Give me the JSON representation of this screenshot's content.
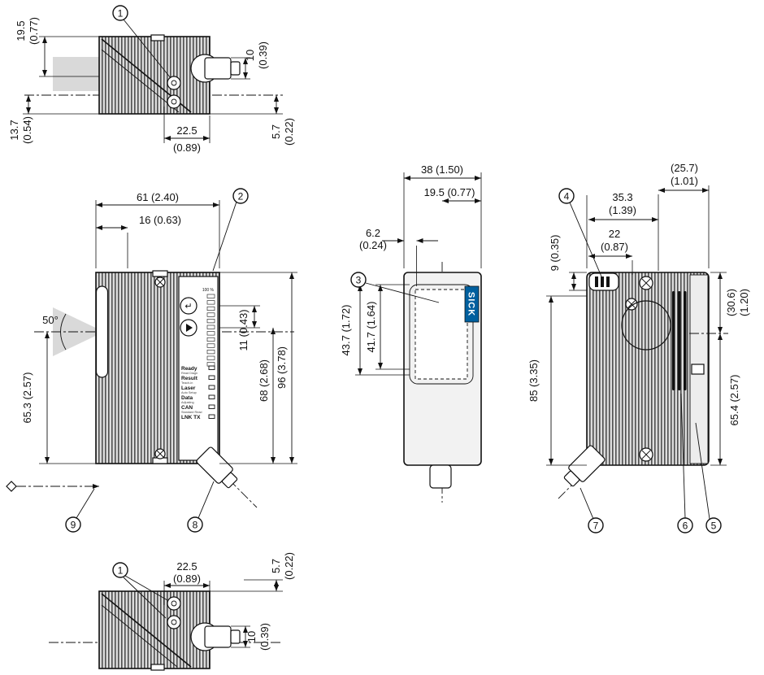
{
  "colors": {
    "beam": "#d9d9d9",
    "body_fill": "#dcdcdc",
    "logo_bg": "#005f9e"
  },
  "callouts": {
    "c1": "1",
    "c2": "2",
    "c3": "3",
    "c4": "4",
    "c5": "5",
    "c6": "6",
    "c7": "7",
    "c8": "8",
    "c9": "9"
  },
  "top_view": {
    "dim_19_5_mm": "19.5",
    "dim_19_5_in": "(0.77)",
    "dim_10_mm": "10",
    "dim_10_in": "(0.39)",
    "dim_13_7_mm": "13.7",
    "dim_13_7_in": "(0.54)",
    "dim_22_5_mm": "22.5",
    "dim_22_5_in": "(0.89)",
    "dim_5_7_mm": "5.7",
    "dim_5_7_in": "(0.22)"
  },
  "front_view": {
    "dim_61": "61 (2.40)",
    "dim_16": "16 (0.63)",
    "angle": "50°",
    "dim_65_3": "65.3 (2.57)",
    "dim_11": "11 (0.43)",
    "dim_68": "68 (2.68)",
    "dim_96": "96 (3.78)",
    "panel": {
      "scale_label": "100 %",
      "leds": [
        {
          "label": "Ready",
          "sub": "Read Diagn"
        },
        {
          "label": "Result",
          "sub": "Teach-in"
        },
        {
          "label": "Laser",
          "sub": "Auto Setup"
        },
        {
          "label": "Data",
          "sub": "Adjusting"
        },
        {
          "label": "CAN",
          "sub": "Standard Read"
        },
        {
          "label": "LNK TX",
          "sub": ""
        }
      ]
    }
  },
  "side_view": {
    "dim_38": "38 (1.50)",
    "dim_19_5": "19.5 (0.77)",
    "dim_6_2_mm": "6.2",
    "dim_6_2_in": "(0.24)",
    "dim_41_7": "41.7 (1.64)",
    "dim_43_7": "43.7 (1.72)",
    "logo": "SICK"
  },
  "rear_view": {
    "dim_25_7_mm": "(25.7)",
    "dim_25_7_in": "(1.01)",
    "dim_35_3_mm": "35.3",
    "dim_35_3_in": "(1.39)",
    "dim_22_mm": "22",
    "dim_22_in": "(0.87)",
    "dim_9": "9 (0.35)",
    "dim_30_6_mm": "(30.6)",
    "dim_30_6_in": "(1.20)",
    "dim_85": "85 (3.35)",
    "dim_65_4": "65.4 (2.57)"
  },
  "bottom_view": {
    "dim_22_5_mm": "22.5",
    "dim_22_5_in": "(0.89)",
    "dim_5_7_mm": "5.7",
    "dim_5_7_in": "(0.22)",
    "dim_10_mm": "10",
    "dim_10_in": "(0.39)"
  }
}
